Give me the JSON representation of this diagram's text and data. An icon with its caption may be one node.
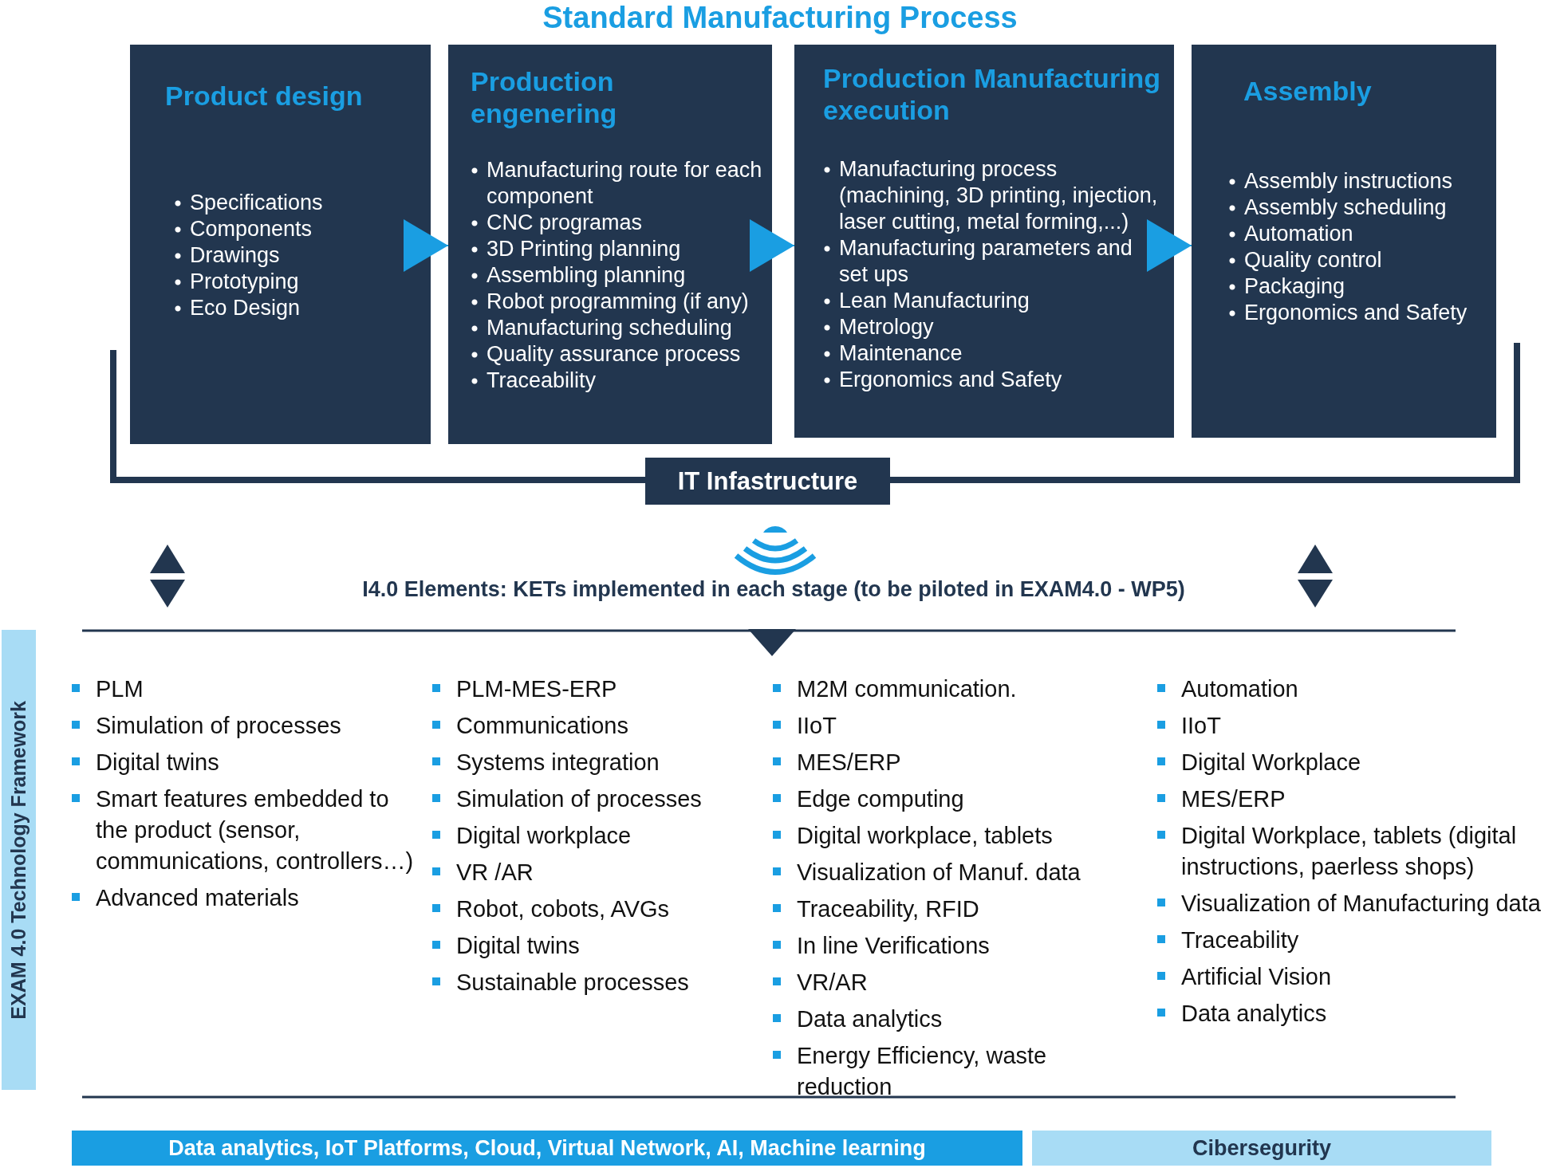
{
  "diagram": {
    "title": "Standard Manufacturing Process",
    "nodes": [
      {
        "text": [
          "Product design",
          "Specifications",
          "Components",
          "Drawings",
          "Prototyping",
          "Eco Design"
        ]
      },
      {
        "text": [
          "Production engenering",
          "Manufacturing route for each component",
          "CNC programas",
          "3D Printing planning",
          "Assembling planning",
          "Robot programming (if any)",
          "Manufacturing scheduling",
          "Quality assurance process",
          "Traceability"
        ]
      },
      {
        "text": [
          "Production Manufacturing execution",
          "Manufacturing process (machining, 3D printing, injection, laser cutting, metal forming,...)",
          "Manufacturing parameters and set ups",
          "Lean Manufacturing",
          "Metrology",
          "Maintenance",
          "Ergonomics and Safety"
        ]
      },
      {
        "text": [
          "Assembly",
          "Assembly instructions",
          "Assembly scheduling",
          "Automation",
          "Quality control",
          "Packaging",
          "Ergonomics and Safety"
        ]
      },
      {
        "text": [
          "IT Infastructure"
        ]
      },
      {
        "text": [
          "EXAM 4.0 Technology Framework"
        ]
      },
      {
        "text": [
          "Data analytics, IoT Platforms, Cloud, Virtual Network, AI, Machine learning"
        ]
      },
      {
        "text": [
          "Cibersegurity"
        ]
      }
    ],
    "edges": [
      {
        "from": 0,
        "to": 1,
        "arrow": "to"
      },
      {
        "from": 1,
        "to": 2,
        "arrow": "to"
      },
      {
        "from": 2,
        "to": 3,
        "arrow": "to"
      }
    ],
    "labels": [
      "I4.0 Elements: KETs implemented in each stage (to be piloted in EXAM4.0 - WP5)",
      "PLM",
      "Simulation of processes",
      "Digital twins",
      "Smart features embedded to the product (sensor, communications, controllers…)",
      "Advanced materials",
      "PLM-MES-ERP",
      "Communications",
      "Systems integration",
      "Simulation of processes",
      "Digital workplace",
      "VR /AR",
      "Robot, cobots, AVGs",
      "Digital twins",
      "Sustainable processes",
      "M2M communication.",
      "IIoT",
      "MES/ERP",
      "Edge computing",
      "Digital workplace, tablets",
      "Visualization of Manuf. data",
      "Traceability, RFID",
      "In line Verifications",
      "VR/AR",
      "Data analytics",
      "Energy Efficiency, waste reduction",
      "Automation",
      "IIoT",
      "Digital Workplace",
      "MES/ERP",
      "Digital Workplace, tablets (digital instructions, paerless shops)",
      "Visualization of Manufacturing data",
      "Traceability",
      "Artificial Vision",
      "Data analytics"
    ]
  }
}
